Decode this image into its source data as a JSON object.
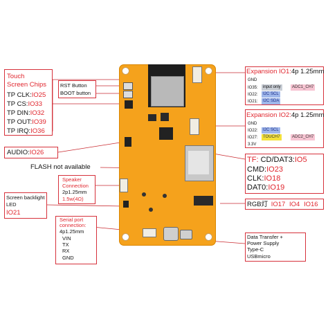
{
  "touch": {
    "title_line1": "Touch",
    "title_line2": "Screen Chips",
    "pins": [
      {
        "label": "TP CLK:",
        "io": "IO25"
      },
      {
        "label": "TP CS:",
        "io": "IO33"
      },
      {
        "label": "TP DIN:",
        "io": "IO32"
      },
      {
        "label": "TP OUT:",
        "io": "IO39"
      },
      {
        "label": "TP IRQ:",
        "io": "IO36"
      }
    ]
  },
  "buttons": {
    "rst": "RST Button",
    "boot": "BOOT button"
  },
  "audio": {
    "label": "AUDIO:",
    "io": "IO26"
  },
  "flash": "FLASH not available",
  "speaker": {
    "title_line1": "Speaker",
    "title_line2": "Connection",
    "size": "2p1.25mm",
    "power": "1.5w(4Ω)"
  },
  "backlight": {
    "line1": "Screen backlight",
    "line2": "LED",
    "io": "IO21"
  },
  "serial": {
    "title_line1": "Serial port",
    "title_line2": "connection:",
    "size": "4p1.25mm",
    "pins": [
      "VIN",
      "TX",
      "RX",
      "GND"
    ]
  },
  "expansion1": {
    "title": "Expansion IO1:",
    "size": "4p 1.25mm",
    "gnd": "GND",
    "rows": [
      {
        "pin": "IO35:",
        "tag1": "input only",
        "tag2": "ADC1_CH7"
      },
      {
        "pin": "IO22:",
        "tag1": "I2C SCL",
        "tag2": ""
      },
      {
        "pin": "IO21:",
        "tag1": "I2C SDA",
        "tag2": ""
      }
    ]
  },
  "expansion2": {
    "title": "Expansion IO2:",
    "size": "4p 1.25mm",
    "gnd": "GND",
    "rows": [
      {
        "pin": "IO22:",
        "tag1": "I2C SCL",
        "tag2": ""
      },
      {
        "pin": "IO27:",
        "tag1": "TOUCH7",
        "tag2": "ADC2_CH7"
      }
    ],
    "v33": "3.3V"
  },
  "tf": {
    "title": "TF:",
    "cd": "CD/DAT3:",
    "cd_io": "IO5",
    "cmd": "CMD:",
    "cmd_io": "IO23",
    "clk": "CLK:",
    "clk_io": "IO18",
    "dat0": "DAT0:",
    "dat0_io": "IO19"
  },
  "rgb": {
    "label": "RGB灯",
    "ios": [
      "IO17",
      "IO4",
      "IO16"
    ]
  },
  "power": {
    "line1": "Data Transfer +",
    "line2": "Power Supply",
    "line3": "Type-C",
    "line4": "USBmicro"
  },
  "colors": {
    "board": "#f5a21c",
    "accent": "#e0262e",
    "line": "#c92a30"
  }
}
